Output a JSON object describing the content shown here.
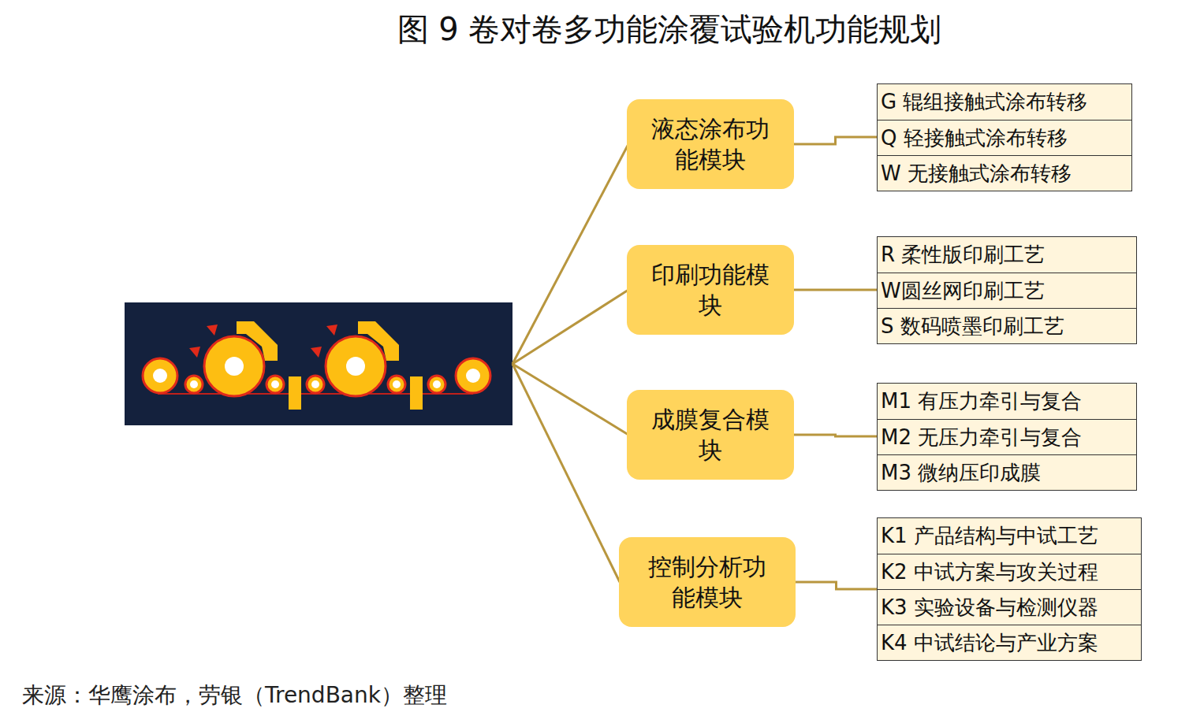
{
  "diagram": {
    "title": "图 9 卷对卷多功能涂覆试验机功能规划",
    "caption": "来源：华鹰涂布，劳银（TrendBank）整理",
    "nodes": [
      {
        "text": [
          "液态涂布功能模块"
        ]
      },
      {
        "text": [
          "G 辊组接触式涂布转移",
          "Q 轻接触式涂布转移",
          "W 无接触式涂布转移"
        ]
      },
      {
        "text": [
          "印刷功能模块"
        ]
      },
      {
        "text": [
          "R 柔性版印刷工艺",
          "W圆丝网印刷工艺",
          "S 数码喷墨印刷工艺"
        ]
      },
      {
        "text": [
          "成膜复合模块"
        ]
      },
      {
        "text": [
          "M1 有压力牵引与复合",
          "M2 无压力牵引与复合",
          "M3 微纳压印成膜"
        ]
      },
      {
        "text": [
          "控制分析功能模块"
        ]
      },
      {
        "text": [
          "K1 产品结构与中试工艺",
          "K2 中试方案与攻关过程",
          "K3 实验设备与检测仪器",
          "K4 中试结论与产业方案"
        ]
      }
    ],
    "edges": [
      {
        "from": 0,
        "to": 1,
        "arrow": "none"
      },
      {
        "from": 2,
        "to": 3,
        "arrow": "none"
      },
      {
        "from": 4,
        "to": 5,
        "arrow": "none"
      },
      {
        "from": 6,
        "to": 7,
        "arrow": "none"
      }
    ]
  }
}
